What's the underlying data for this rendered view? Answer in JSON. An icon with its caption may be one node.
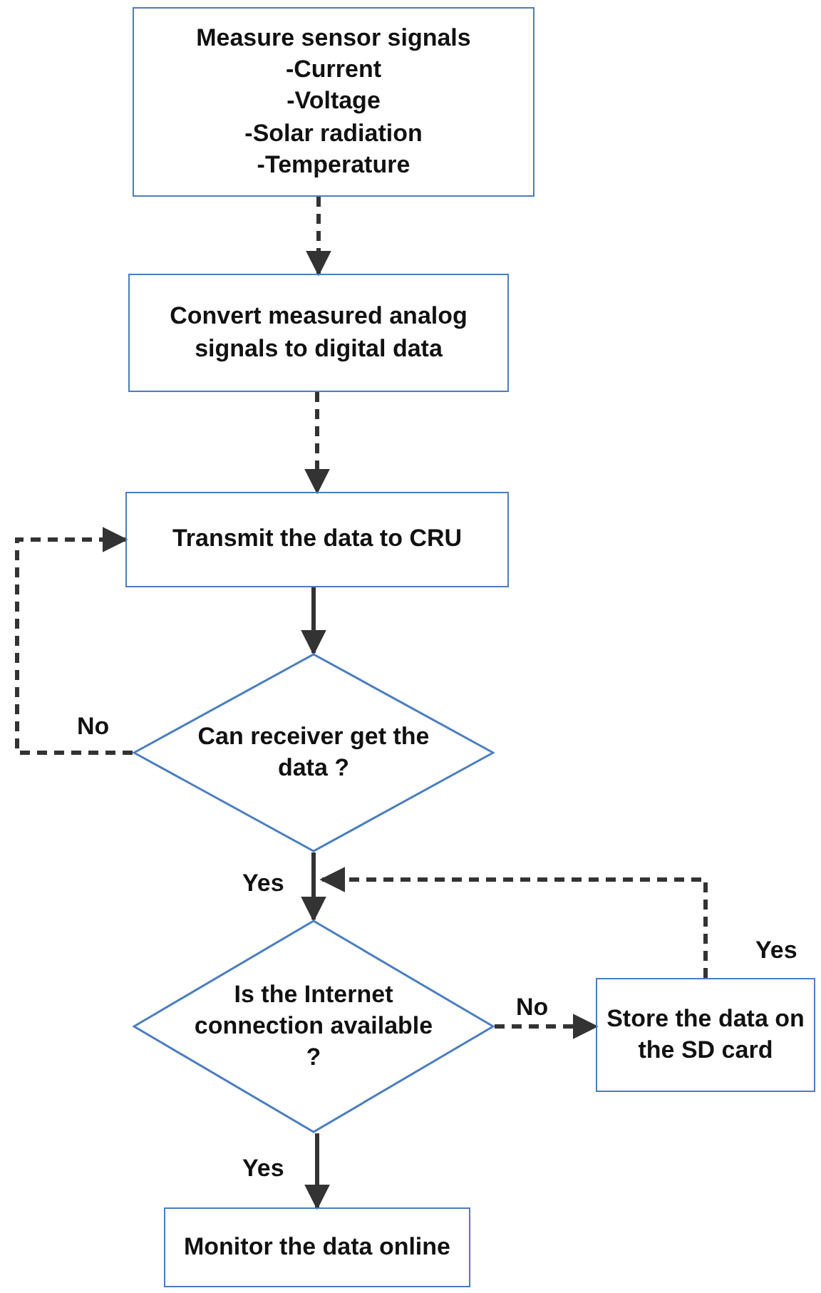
{
  "diagram": {
    "nodes": [
      {
        "text": [
          "Measure sensor signals",
          "-Current",
          "-Voltage",
          "-Solar radiation",
          "-Temperature"
        ]
      },
      {
        "text": [
          "Convert measured analog signals to digital data"
        ]
      },
      {
        "text": [
          "Transmit the data to CRU"
        ]
      },
      {
        "text": [
          "Can receiver get the data ?"
        ]
      },
      {
        "text": [
          "Is the Internet connection available ?"
        ]
      },
      {
        "text": [
          "Store the data on the SD card"
        ]
      },
      {
        "text": [
          "Monitor the data online"
        ]
      }
    ],
    "edges": [
      {
        "from": 0,
        "to": 1,
        "arrow": "to",
        "style": "dashed"
      },
      {
        "from": 1,
        "to": 2,
        "arrow": "to",
        "style": "dashed"
      },
      {
        "from": 2,
        "to": 3,
        "arrow": "to"
      },
      {
        "from": 3,
        "to": 2,
        "arrow": "to",
        "style": "dashed",
        "label": "No"
      },
      {
        "from": 3,
        "to": 4,
        "arrow": "to",
        "label": "Yes"
      },
      {
        "from": 4,
        "to": 5,
        "arrow": "to",
        "style": "dashed",
        "label": "No"
      },
      {
        "from": 5,
        "to": 4,
        "arrow": "to",
        "style": "dashed",
        "label": "Yes"
      },
      {
        "from": 4,
        "to": 6,
        "arrow": "to",
        "label": "Yes"
      }
    ]
  }
}
